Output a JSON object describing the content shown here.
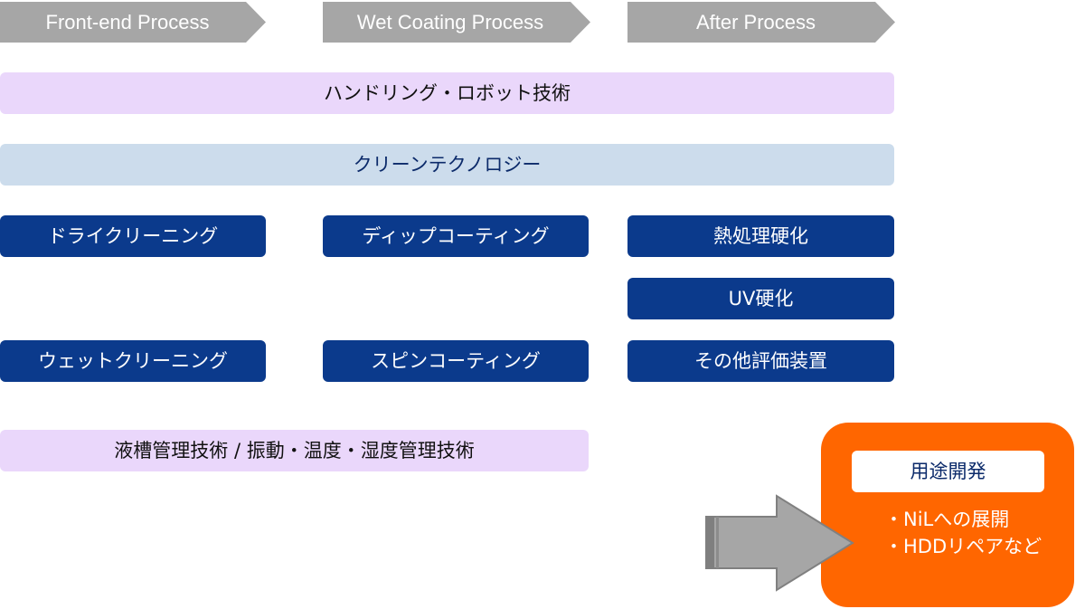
{
  "process_stages": [
    {
      "label": "Front-end Process"
    },
    {
      "label": "Wet Coating Process"
    },
    {
      "label": "After Process"
    }
  ],
  "bars": {
    "handling": "ハンドリング・ロボット技術",
    "clean": "クリーンテクノロジー",
    "tank": "液槽管理技術 / 振動・温度・湿度管理技術"
  },
  "columns": {
    "front_end": [
      "ドライクリーニング",
      "ウェットクリーニング"
    ],
    "wet_coating": [
      "ディップコーティング",
      "スピンコーティング"
    ],
    "after": [
      "熱処理硬化",
      "UV硬化",
      "その他評価装置"
    ]
  },
  "application": {
    "title": "用途開発",
    "items": [
      "NiLへの展開",
      "HDDリペアなど"
    ]
  },
  "colors": {
    "chevron": "#a6a6a6",
    "box": "#0b3a8c",
    "lavender": "#ead7fb",
    "light_blue": "#ccdcec",
    "orange": "#ff6600",
    "arrow": "#a6a6a6"
  }
}
